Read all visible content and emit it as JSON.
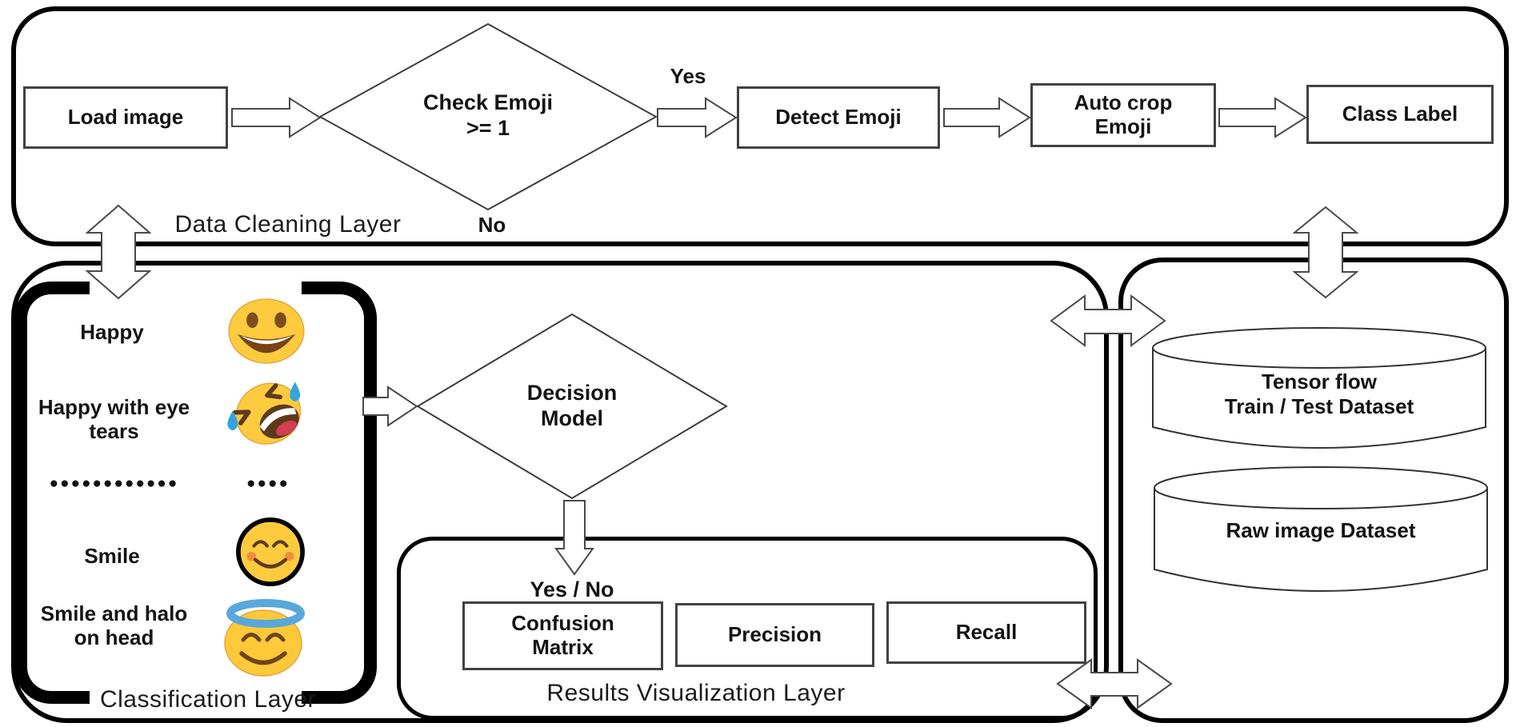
{
  "layers": {
    "data_cleaning": {
      "label": "Data Cleaning Layer",
      "load_image": "Load image",
      "decision": "Check Emoji\n>= 1",
      "yes_label": "Yes",
      "no_label": "No",
      "detect_emoji": "Detect Emoji",
      "auto_crop": "Auto crop\nEmoji",
      "class_label": "Class Label"
    },
    "classification": {
      "label": "Classification Layer",
      "classes": [
        {
          "label": "Happy",
          "icon": "grinning-face-emoji"
        },
        {
          "label": "Happy with eye\ntears",
          "icon": "rofl-face-emoji"
        },
        {
          "label": "●●●●●●●●●●●●",
          "icon": "ellipsis-dots",
          "dots": "●●●●"
        },
        {
          "label": "Smile",
          "icon": "smiling-face-emoji"
        },
        {
          "label": "Smile and halo\non head",
          "icon": "halo-face-emoji"
        }
      ],
      "decision": "Decision\nModel",
      "decision_output": "Yes / No"
    },
    "results": {
      "label": "Results Visualization Layer",
      "boxes": [
        "Confusion\nMatrix",
        "Precision",
        "Recall"
      ]
    },
    "datastore": {
      "cylinders": [
        "Tensor flow\nTrain / Test Dataset",
        "Raw image Dataset"
      ]
    }
  },
  "colors": {
    "panel_border": "#000000",
    "node_border": "#424242",
    "arrow_outline": "#4a4a4a",
    "emoji_yellow": "#ffcb3e",
    "emoji_mouth_brown": "#5d3a1a",
    "tear_blue": "#35a3e0",
    "halo_blue": "#58a8dc",
    "cheek_orange": "#f08e3e",
    "tongue_red": "#d23f4e"
  }
}
